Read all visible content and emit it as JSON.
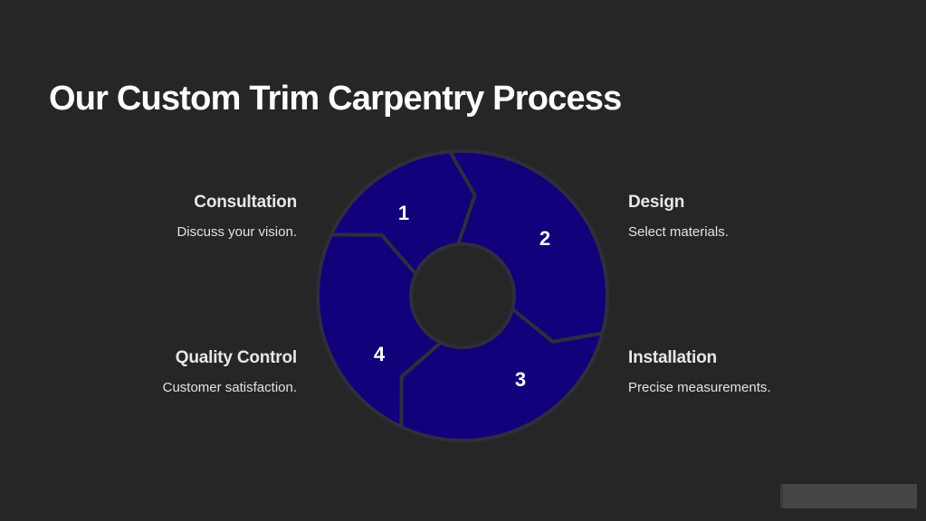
{
  "slide": {
    "title": "Our Custom Trim Carpentry Process"
  },
  "colors": {
    "background": "#272626",
    "segment_fill": "#10007a",
    "gap": "#2f2d3c",
    "text": "#ffffff"
  },
  "steps": [
    {
      "number": "1",
      "title": "Consultation",
      "description": "Discuss your vision."
    },
    {
      "number": "2",
      "title": "Design",
      "description": "Select materials."
    },
    {
      "number": "3",
      "title": "Installation",
      "description": "Precise measurements."
    },
    {
      "number": "4",
      "title": "Quality Control",
      "description": "Customer satisfaction."
    }
  ]
}
